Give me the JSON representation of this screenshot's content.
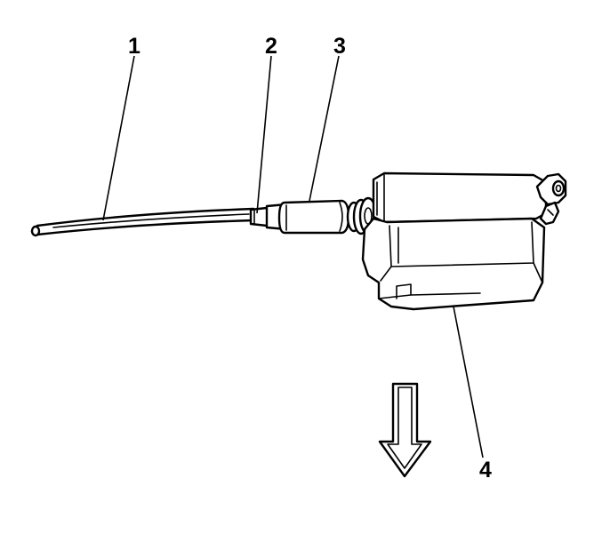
{
  "callouts": [
    {
      "id": "1",
      "label": "1"
    },
    {
      "id": "2",
      "label": "2"
    },
    {
      "id": "3",
      "label": "3"
    },
    {
      "id": "4",
      "label": "4"
    }
  ],
  "icons": {
    "direction_arrow": "down-arrow-icon"
  },
  "colors": {
    "line": "#000000",
    "background": "#ffffff"
  }
}
